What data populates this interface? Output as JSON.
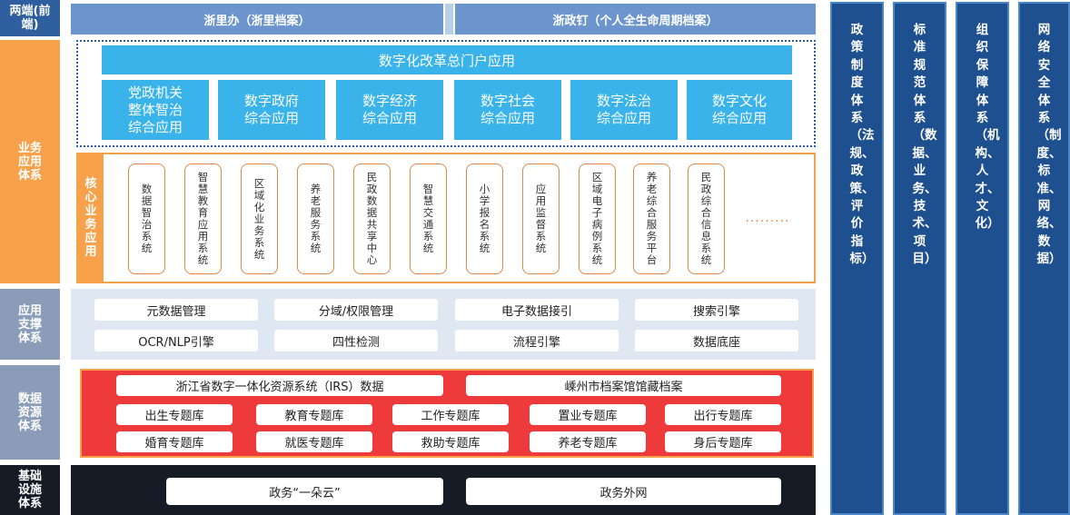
{
  "layers": {
    "front": "两端(前端)",
    "business": "业务应用体系",
    "support": "应用支撑体系",
    "data": "数据资源体系",
    "infra": "基础设施体系"
  },
  "front_bars": [
    "浙里办（浙里档案）",
    "浙政钉（个人全生命周期档案）"
  ],
  "portal": "数字化改革总门户应用",
  "apps": [
    [
      "党政机关",
      "整体智治",
      "综合应用"
    ],
    [
      "数字政府",
      "综合应用"
    ],
    [
      "数字经济",
      "综合应用"
    ],
    [
      "数字社会",
      "综合应用"
    ],
    [
      "数字法治",
      "综合应用"
    ],
    [
      "数字文化",
      "综合应用"
    ]
  ],
  "core_title": "核心业务应用",
  "core_systems": [
    "数据智治系统",
    "智慧教育应用系统",
    "区域化业务系统",
    "养老服务系统",
    "民政数据共享中心",
    "智慧交通系统",
    "小学报名系统",
    "应用监督系统",
    "区域电子病例系统",
    "养老综合服务平台",
    "民政综合信息系统"
  ],
  "core_more": "·········",
  "support_items": [
    "元数据管理",
    "分域/权限管理",
    "电子数据接引",
    "搜索引擎",
    "OCR/NLP引擎",
    "四性检测",
    "流程引擎",
    "数据底座"
  ],
  "resource_top": [
    "浙江省数字一体化资源系统（IRS）数据",
    "嵊州市档案馆馆藏档案"
  ],
  "resource_items": [
    "出生专题库",
    "教育专题库",
    "工作专题库",
    "置业专题库",
    "出行专题库",
    "婚育专题库",
    "就医专题库",
    "救助专题库",
    "养老专题库",
    "身后专题库"
  ],
  "infra_items": [
    "政务“一朵云”",
    "政务外网"
  ],
  "right_columns": [
    "政策制度体系（法规、政策、评价指标）",
    "标准规范体系（数据、业务、技术、项目）",
    "组织保障体系（机构、人才、文化）",
    "网络安全体系（制度、标准、网络、数据）"
  ],
  "colors": {
    "front_label": "#2f5f9e",
    "business_label": "#f7a14a",
    "lower_label": "#8a9cb8",
    "app_blue": "#39b3ea",
    "core_orange": "#f7a14a",
    "resource_red": "#ee3a3a",
    "infra_dark": "#161c26",
    "right_navy": "#1e4f8f"
  }
}
